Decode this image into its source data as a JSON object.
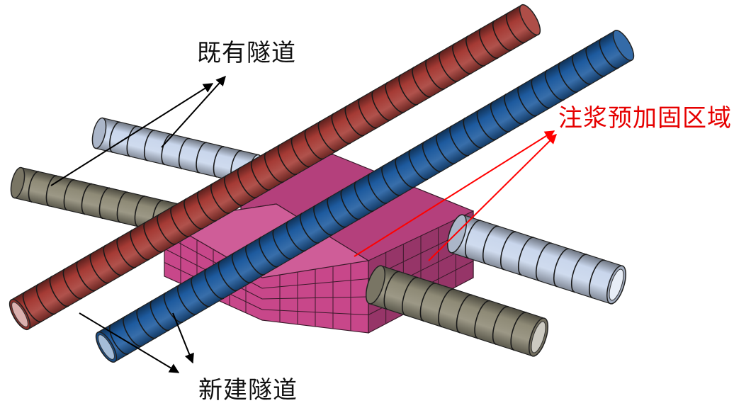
{
  "labels": {
    "existing_tunnel": "既有隧道",
    "grouting_zone": "注浆预加固区域",
    "new_tunnel": "新建隧道"
  },
  "colors": {
    "existing_tunnel_near": "#8e8a76",
    "existing_tunnel_far": "#c9d6ec",
    "new_tunnel_front": "#a53a34",
    "new_tunnel_back": "#1d5a9e",
    "grouting_block": "#c8478a",
    "grout_label": "#e60000",
    "arrow_black": "#000000",
    "arrow_red": "#ff0000"
  }
}
